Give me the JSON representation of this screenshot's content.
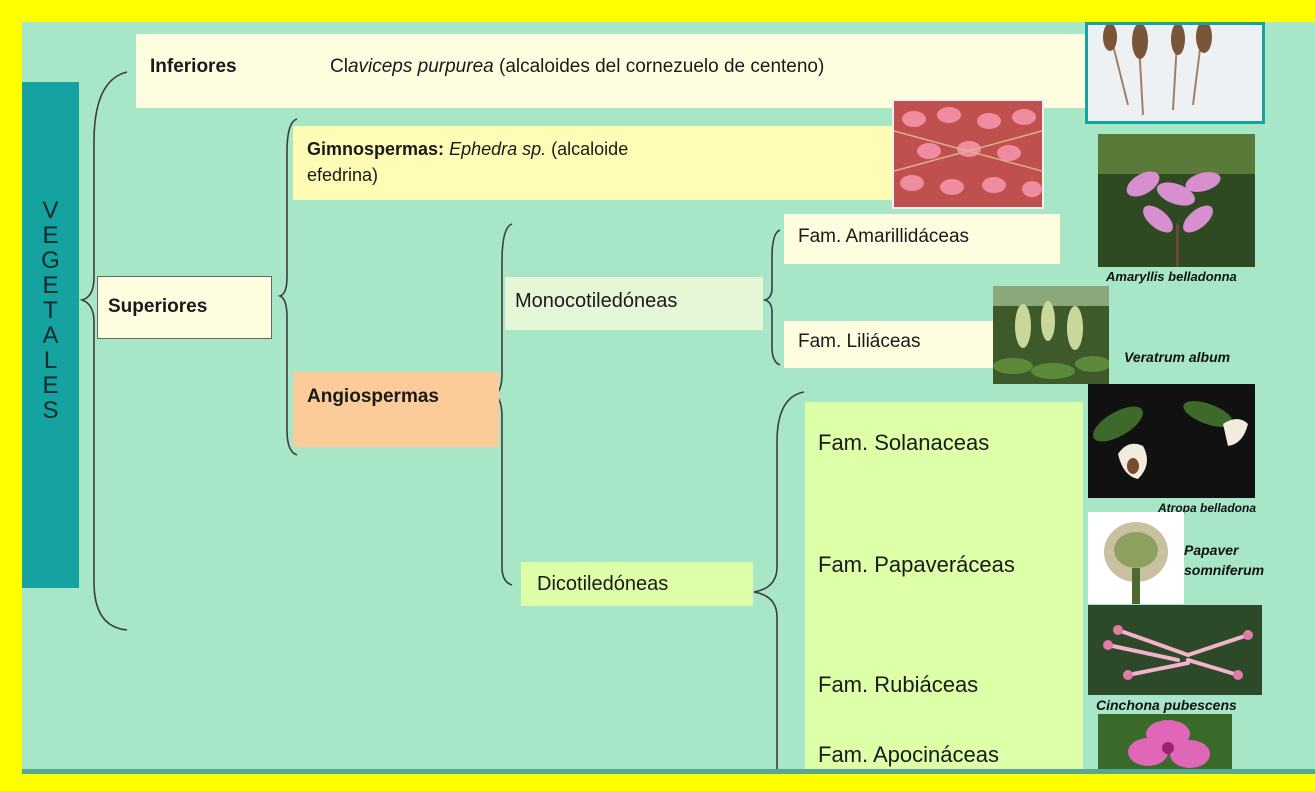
{
  "root": {
    "label": "VEGETALES",
    "letters": [
      "V",
      "E",
      "G",
      "E",
      "T",
      "A",
      "L",
      "E",
      "S"
    ]
  },
  "inferiores": {
    "label": "Inferiores",
    "text_prefix": "Cl",
    "text_italic": "aviceps purpurea",
    "text_suffix": "(alcaloides del cornezuelo de centeno)"
  },
  "superiores": {
    "label": "Superiores"
  },
  "gimnospermas": {
    "label": "Gimnospermas:",
    "italic": "Ephedra sp.",
    "rest1": "(alcaloide",
    "rest2": "efedrina)"
  },
  "angiospermas": {
    "label": "Angiospermas"
  },
  "monocotiledoneas": {
    "label": "Monocotiledóneas"
  },
  "dicotiledoneas": {
    "label": "Dicotiledóneas"
  },
  "families": {
    "amarillidaceas": "Fam. Amarillidáceas",
    "liliaceas": "Fam. Liliáceas",
    "solanaceas": "Fam. Solanaceas",
    "papaveraceas": "Fam. Papaveráceas",
    "rubiaceas": "Fam. Rubiáceas",
    "apocinaceas": "Fam. Apocináceas"
  },
  "captions": {
    "amaryllis": "Amaryllis belladonna",
    "veratrum": "Veratrum album",
    "atropa": "Atropa belladona",
    "papaver1": "Papaver",
    "papaver2": "somniferum",
    "cinchona": "Cinchona pubescens"
  },
  "colors": {
    "frame": "#ffff00",
    "background": "#a8e6c8",
    "vegetales_bar": "#14a3a0",
    "cream": "#fffde0",
    "light_yellow": "#fffcb6",
    "peach": "#fbcc9a",
    "light_green": "#dcffa8",
    "mono_bg": "#e6f7d8"
  },
  "icons": [
    "ergot-photo",
    "ephedra-photo",
    "amaryllis-photo",
    "veratrum-photo",
    "atropa-photo",
    "papaver-photo",
    "cinchona-photo",
    "vinca-photo"
  ]
}
